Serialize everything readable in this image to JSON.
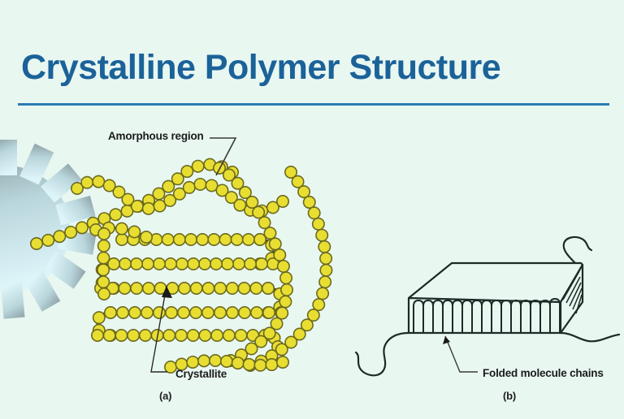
{
  "slide": {
    "background_color": "#e9f7f1",
    "title": "Crystalline Polymer Structure",
    "title_color": "#1b6299",
    "divider_color": "#2b7bb0"
  },
  "decoration": {
    "gear_icon_name": "gear-watermark",
    "gear_color_top": "#9fb0b2",
    "gear_color_bottom": "#d8f2f7"
  },
  "figure_a": {
    "caption": "(a)",
    "labels": {
      "amorphous": "Amorphous region",
      "crystallite": "Crystallite"
    },
    "bead_fill": "#e8de32",
    "bead_stroke": "#6b6a1d",
    "chain_stroke": "#20201a"
  },
  "figure_b": {
    "caption": "(b)",
    "labels": {
      "folded": "Folded molecule chains"
    },
    "box_stroke": "#1d2a26",
    "fold_count": 15
  }
}
